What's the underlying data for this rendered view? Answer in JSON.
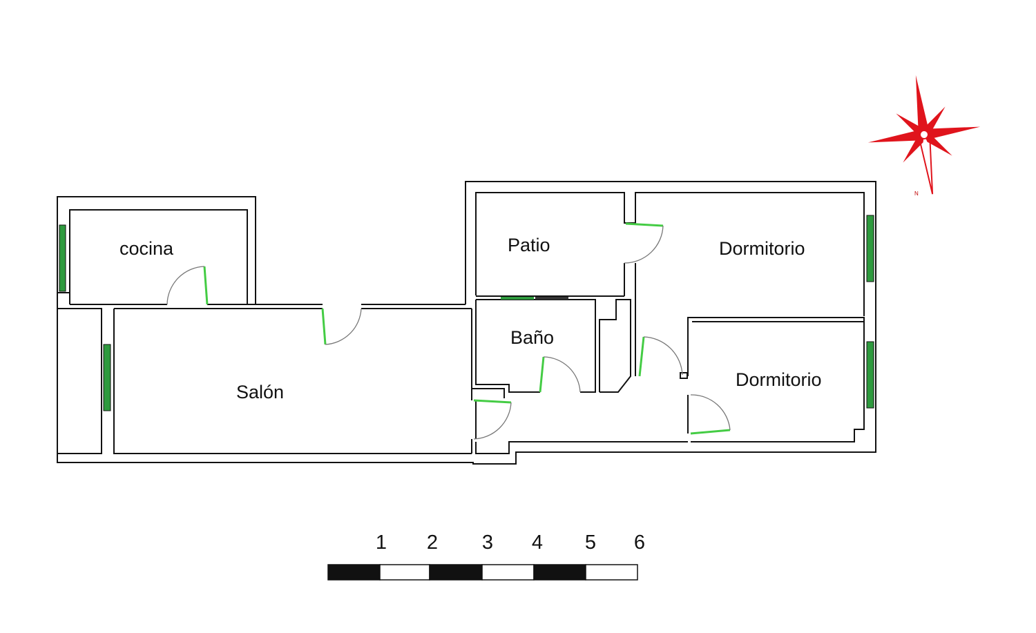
{
  "rooms": {
    "cocina": "cocina",
    "salon": "Salón",
    "patio": "Patio",
    "bano": "Baño",
    "dormitorio_1": "Dormitorio",
    "dormitorio_2": "Dormitorio"
  },
  "scale_bar": {
    "labels": [
      "1",
      "2",
      "3",
      "4",
      "5",
      "6"
    ]
  },
  "compass": {
    "north_label": "N"
  },
  "colors": {
    "wall": "#111111",
    "window": "#2e9a3e",
    "door_leaf": "#44cc44",
    "door_swing": "#777777",
    "compass": "#e0141c",
    "background": "#ffffff"
  }
}
